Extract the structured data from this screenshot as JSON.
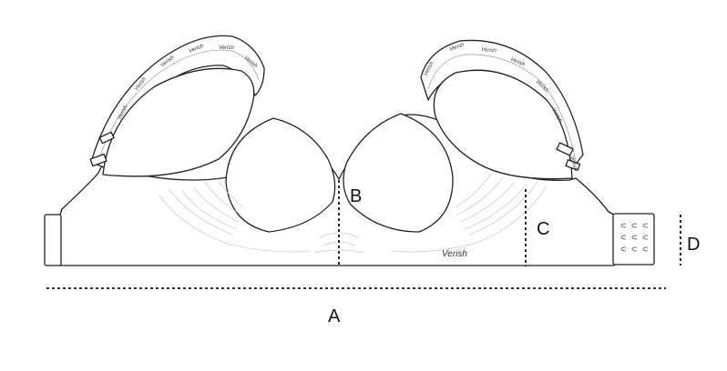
{
  "diagram": {
    "brand_logo": "Verish",
    "measurements": {
      "a_label": "A",
      "b_label": "B",
      "c_label": "C",
      "d_label": "D"
    },
    "colors": {
      "outline": "#222222",
      "dashed_line": "#111111",
      "background": "#ffffff"
    }
  }
}
